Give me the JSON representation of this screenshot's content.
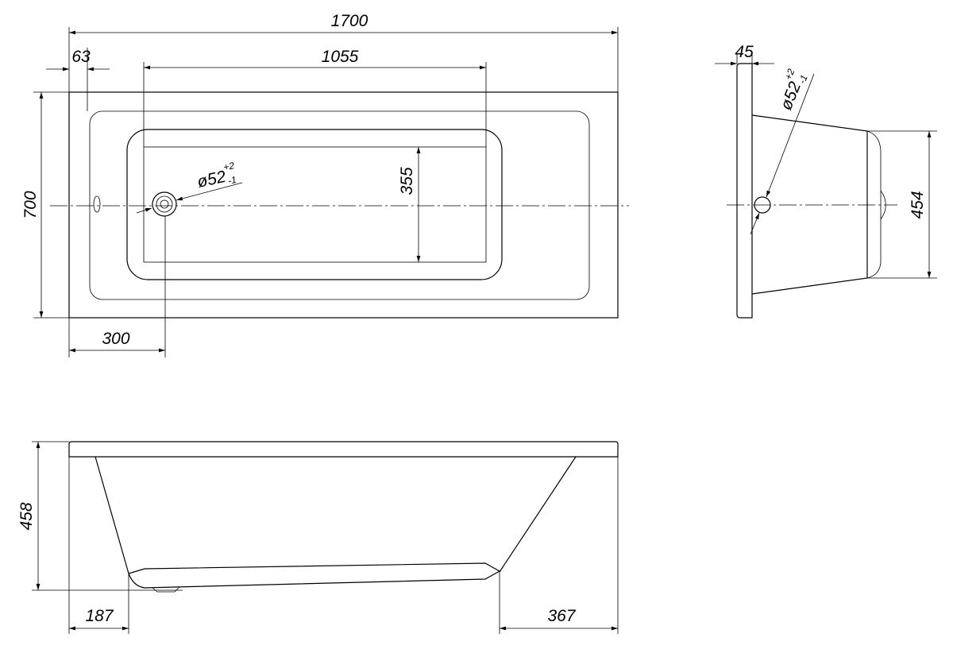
{
  "drawing": {
    "title": "Bathtub dimensional drawing",
    "plan_view": {
      "overall_length": "1700",
      "rim_offset": "63",
      "bottom_length": "1055",
      "overall_width": "700",
      "bottom_width": "355",
      "drain_offset": "300",
      "drain_diameter": "ø52",
      "drain_tol_upper": "+2",
      "drain_tol_lower": "-1"
    },
    "end_view": {
      "rim_thickness": "45",
      "end_width": "454",
      "drain_diameter": "ø52",
      "drain_tol_upper": "+2",
      "drain_tol_lower": "-1"
    },
    "side_view": {
      "height": "458",
      "left_slope_offset": "187",
      "right_slope_offset": "367"
    }
  }
}
